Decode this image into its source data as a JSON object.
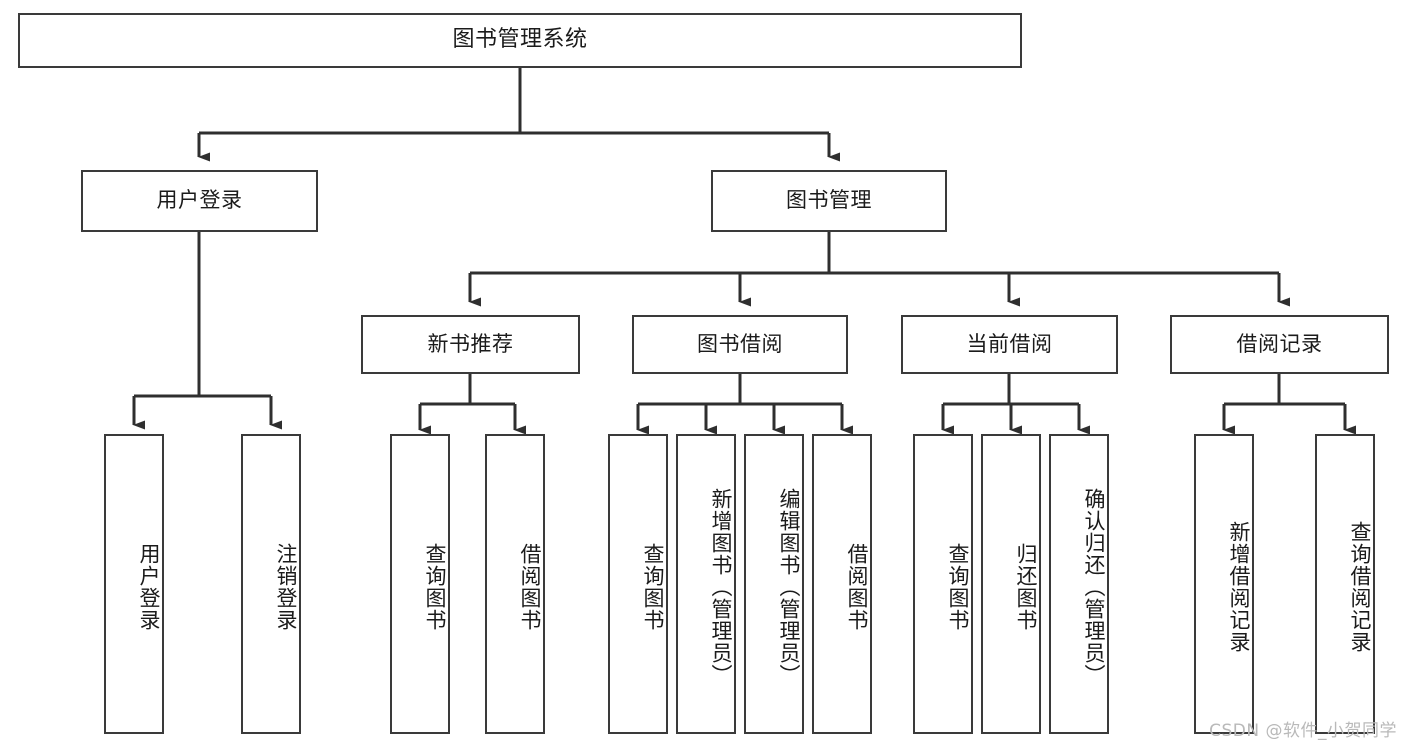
{
  "diagram": {
    "type": "tree",
    "title": "图书管理系统",
    "watermark": "CSDN @软件_小贺同学",
    "colors": {
      "box_border": "#3a3a3a",
      "box_fill": "#ffffff",
      "edge": "#2f2f2f",
      "text": "#1b1b1b",
      "watermark": "#b9b9b9",
      "background": "#ffffff"
    },
    "root": {
      "label": "图书管理系统"
    },
    "level2": [
      {
        "label": "用户登录"
      },
      {
        "label": "图书管理"
      }
    ],
    "level3": [
      {
        "label": "新书推荐"
      },
      {
        "label": "图书借阅"
      },
      {
        "label": "当前借阅"
      },
      {
        "label": "借阅记录"
      }
    ],
    "leaves": {
      "user_login": [
        {
          "label": "用户登录"
        },
        {
          "label": "注销登录"
        }
      ],
      "new_book_recommend": [
        {
          "label": "查询图书"
        },
        {
          "label": "借阅图书"
        }
      ],
      "book_borrow": [
        {
          "label": "查询图书"
        },
        {
          "label": "新增图书（管理员）"
        },
        {
          "label": "编辑图书（管理员）"
        },
        {
          "label": "借阅图书"
        }
      ],
      "current_borrow": [
        {
          "label": "查询图书"
        },
        {
          "label": "归还图书"
        },
        {
          "label": "确认归还（管理员）"
        }
      ],
      "borrow_record": [
        {
          "label": "新增借阅记录"
        },
        {
          "label": "查询借阅记录"
        }
      ]
    }
  }
}
